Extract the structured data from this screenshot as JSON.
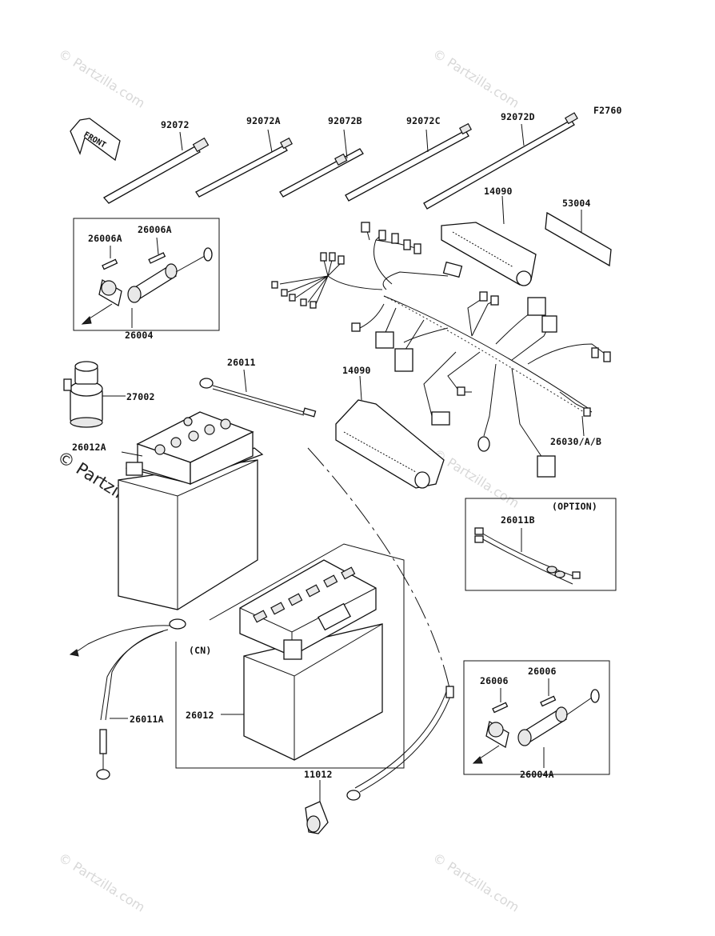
{
  "figure_code": "F2760",
  "front_label": "FRONT",
  "labels": {
    "tie_1": "92072",
    "tie_2": "92072A",
    "tie_3": "92072B",
    "tie_4": "92072C",
    "tie_5": "92072D",
    "cover_top": "14090",
    "cover_bottom": "14090",
    "label_sticker": "53004",
    "fuse_a1": "26006A",
    "fuse_a2": "26006A",
    "fuse_holder_a": "26004",
    "lead_main": "26011",
    "relay": "27002",
    "battery_main": "26012A",
    "harness": "26030/A/B",
    "option_tag": "(OPTION)",
    "lead_option": "26011B",
    "cn_tag": "(CN)",
    "battery_cn": "26012",
    "lead_a": "26011A",
    "cap": "11012",
    "fuse_b1": "26006",
    "fuse_b2": "26006",
    "fuse_holder_b": "26004A"
  },
  "watermark": "© Partzilla.com"
}
